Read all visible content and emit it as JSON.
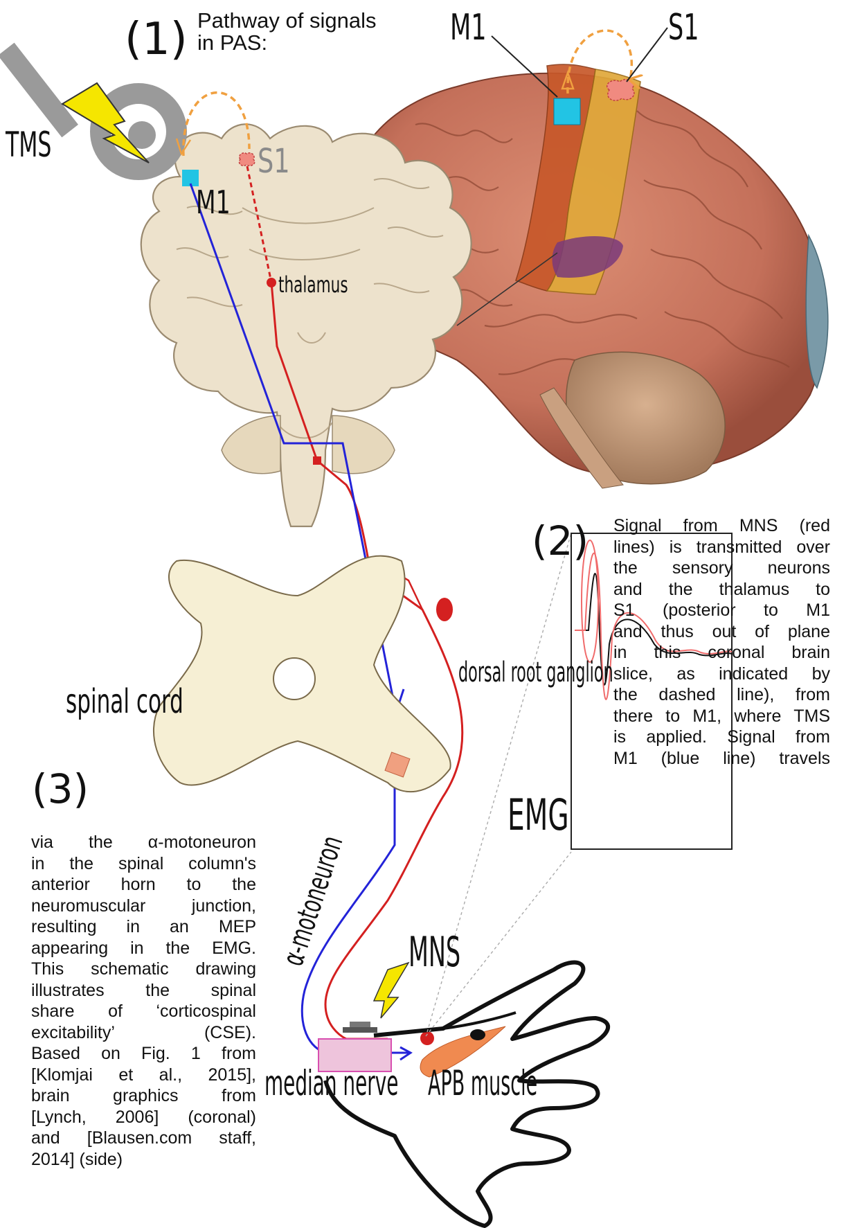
{
  "figure": {
    "step1_number": "(1)",
    "step1_text_line1": "Pathway of signals",
    "step1_text_line2": "in PAS:",
    "step2_number": "(2)",
    "step3_number": "(3)",
    "labels": {
      "tms": "TMS",
      "m1_coronal": "M1",
      "s1_coronal": "S1",
      "thalamus": "thalamus",
      "m1_side": "M1",
      "s1_side": "S1",
      "spinal_cord": "spinal cord",
      "dorsal_root_ganglion": "dorsal root ganglion",
      "alpha_motoneuron": "α-motoneuron",
      "emg": "EMG",
      "mns": "MNS",
      "median_nerve": "median nerve",
      "apb_muscle": "APB muscle"
    },
    "step2_lines": [
      "Signal from MNS (red",
      "lines) is transmitted over",
      "the sensory neurons",
      "and the thalamus to",
      "S1 (posterior to M1",
      "and thus out of plane",
      "in this coronal brain",
      "slice, as indicated by",
      "the dashed line), from",
      "there to M1, where TMS",
      "is applied. Signal from",
      "M1 (blue line) travels"
    ],
    "step3_lines": [
      "via the α-motoneuron",
      "in the spinal column's",
      "anterior horn to the",
      "neuromuscular junction,",
      "resulting in an MEP",
      "appearing in the EMG.",
      "This schematic drawing",
      "illustrates the spinal",
      "share of ‘corticospinal",
      "excitability’ (CSE).",
      "Based on Fig. 1 from",
      "[Klomjai et al., 2015],",
      "brain graphics from",
      "[Lynch, 2006] (coronal)",
      "and [Blausen.com staff,",
      "2014] (side)"
    ],
    "colors": {
      "sensory_signal": "#d42020",
      "motor_signal": "#2323d8",
      "stimulus_arc": "#f0a040",
      "lightning": "#f5e600",
      "site_marker": "#22c4e4",
      "coil": "#9a9a9a",
      "brain_tissue": "#ede2cc",
      "cortex": "#c8765e",
      "motor_strip": "#c7582a",
      "sensory_strip": "#e0a83a",
      "muscle": "#f08a50"
    },
    "icons": [
      "tms-coil-icon",
      "lightning-icon",
      "stimulator-icon"
    ]
  }
}
